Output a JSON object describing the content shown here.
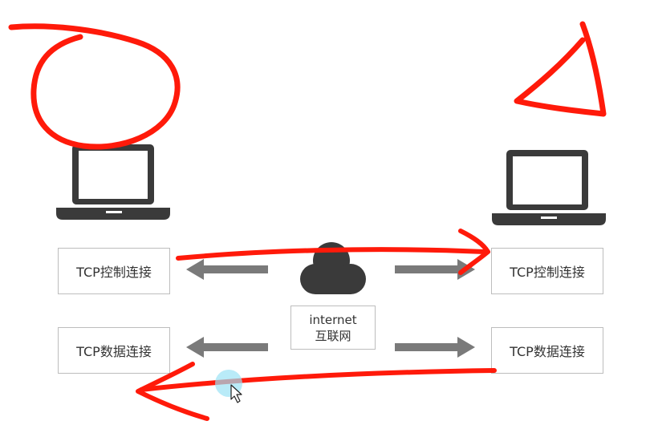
{
  "diagram": {
    "boxes": {
      "top_left": "TCP控制连接",
      "top_right": "TCP控制连接",
      "bottom_left": "TCP数据连接",
      "bottom_right": "TCP数据连接"
    },
    "cloud": {
      "line1": "internet",
      "line2": "互联网"
    }
  },
  "colors": {
    "annotation": "#ff1a0a",
    "arrow": "#7a7a7a",
    "device": "#3a3a3a",
    "cursor_highlight": "#9be3f5"
  },
  "icons": [
    "laptop-icon",
    "cloud-icon",
    "mouse-cursor-icon"
  ]
}
